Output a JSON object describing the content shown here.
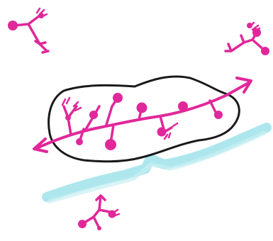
{
  "drawing": {
    "kind": "hand-drawn marker sketch",
    "text": "",
    "colors": {
      "background": "#ffffff",
      "outline": "#1a1a1a",
      "glyco_magenta": "#e0289a",
      "membrane_cyan": "#a9e6ec"
    },
    "elements": [
      "free-molecule-top-left",
      "free-molecule-top-right",
      "free-molecule-bottom",
      "enclosed-cluster-outline",
      "chain-with-double-headed-arrow",
      "cyan-membrane-stroke"
    ]
  }
}
